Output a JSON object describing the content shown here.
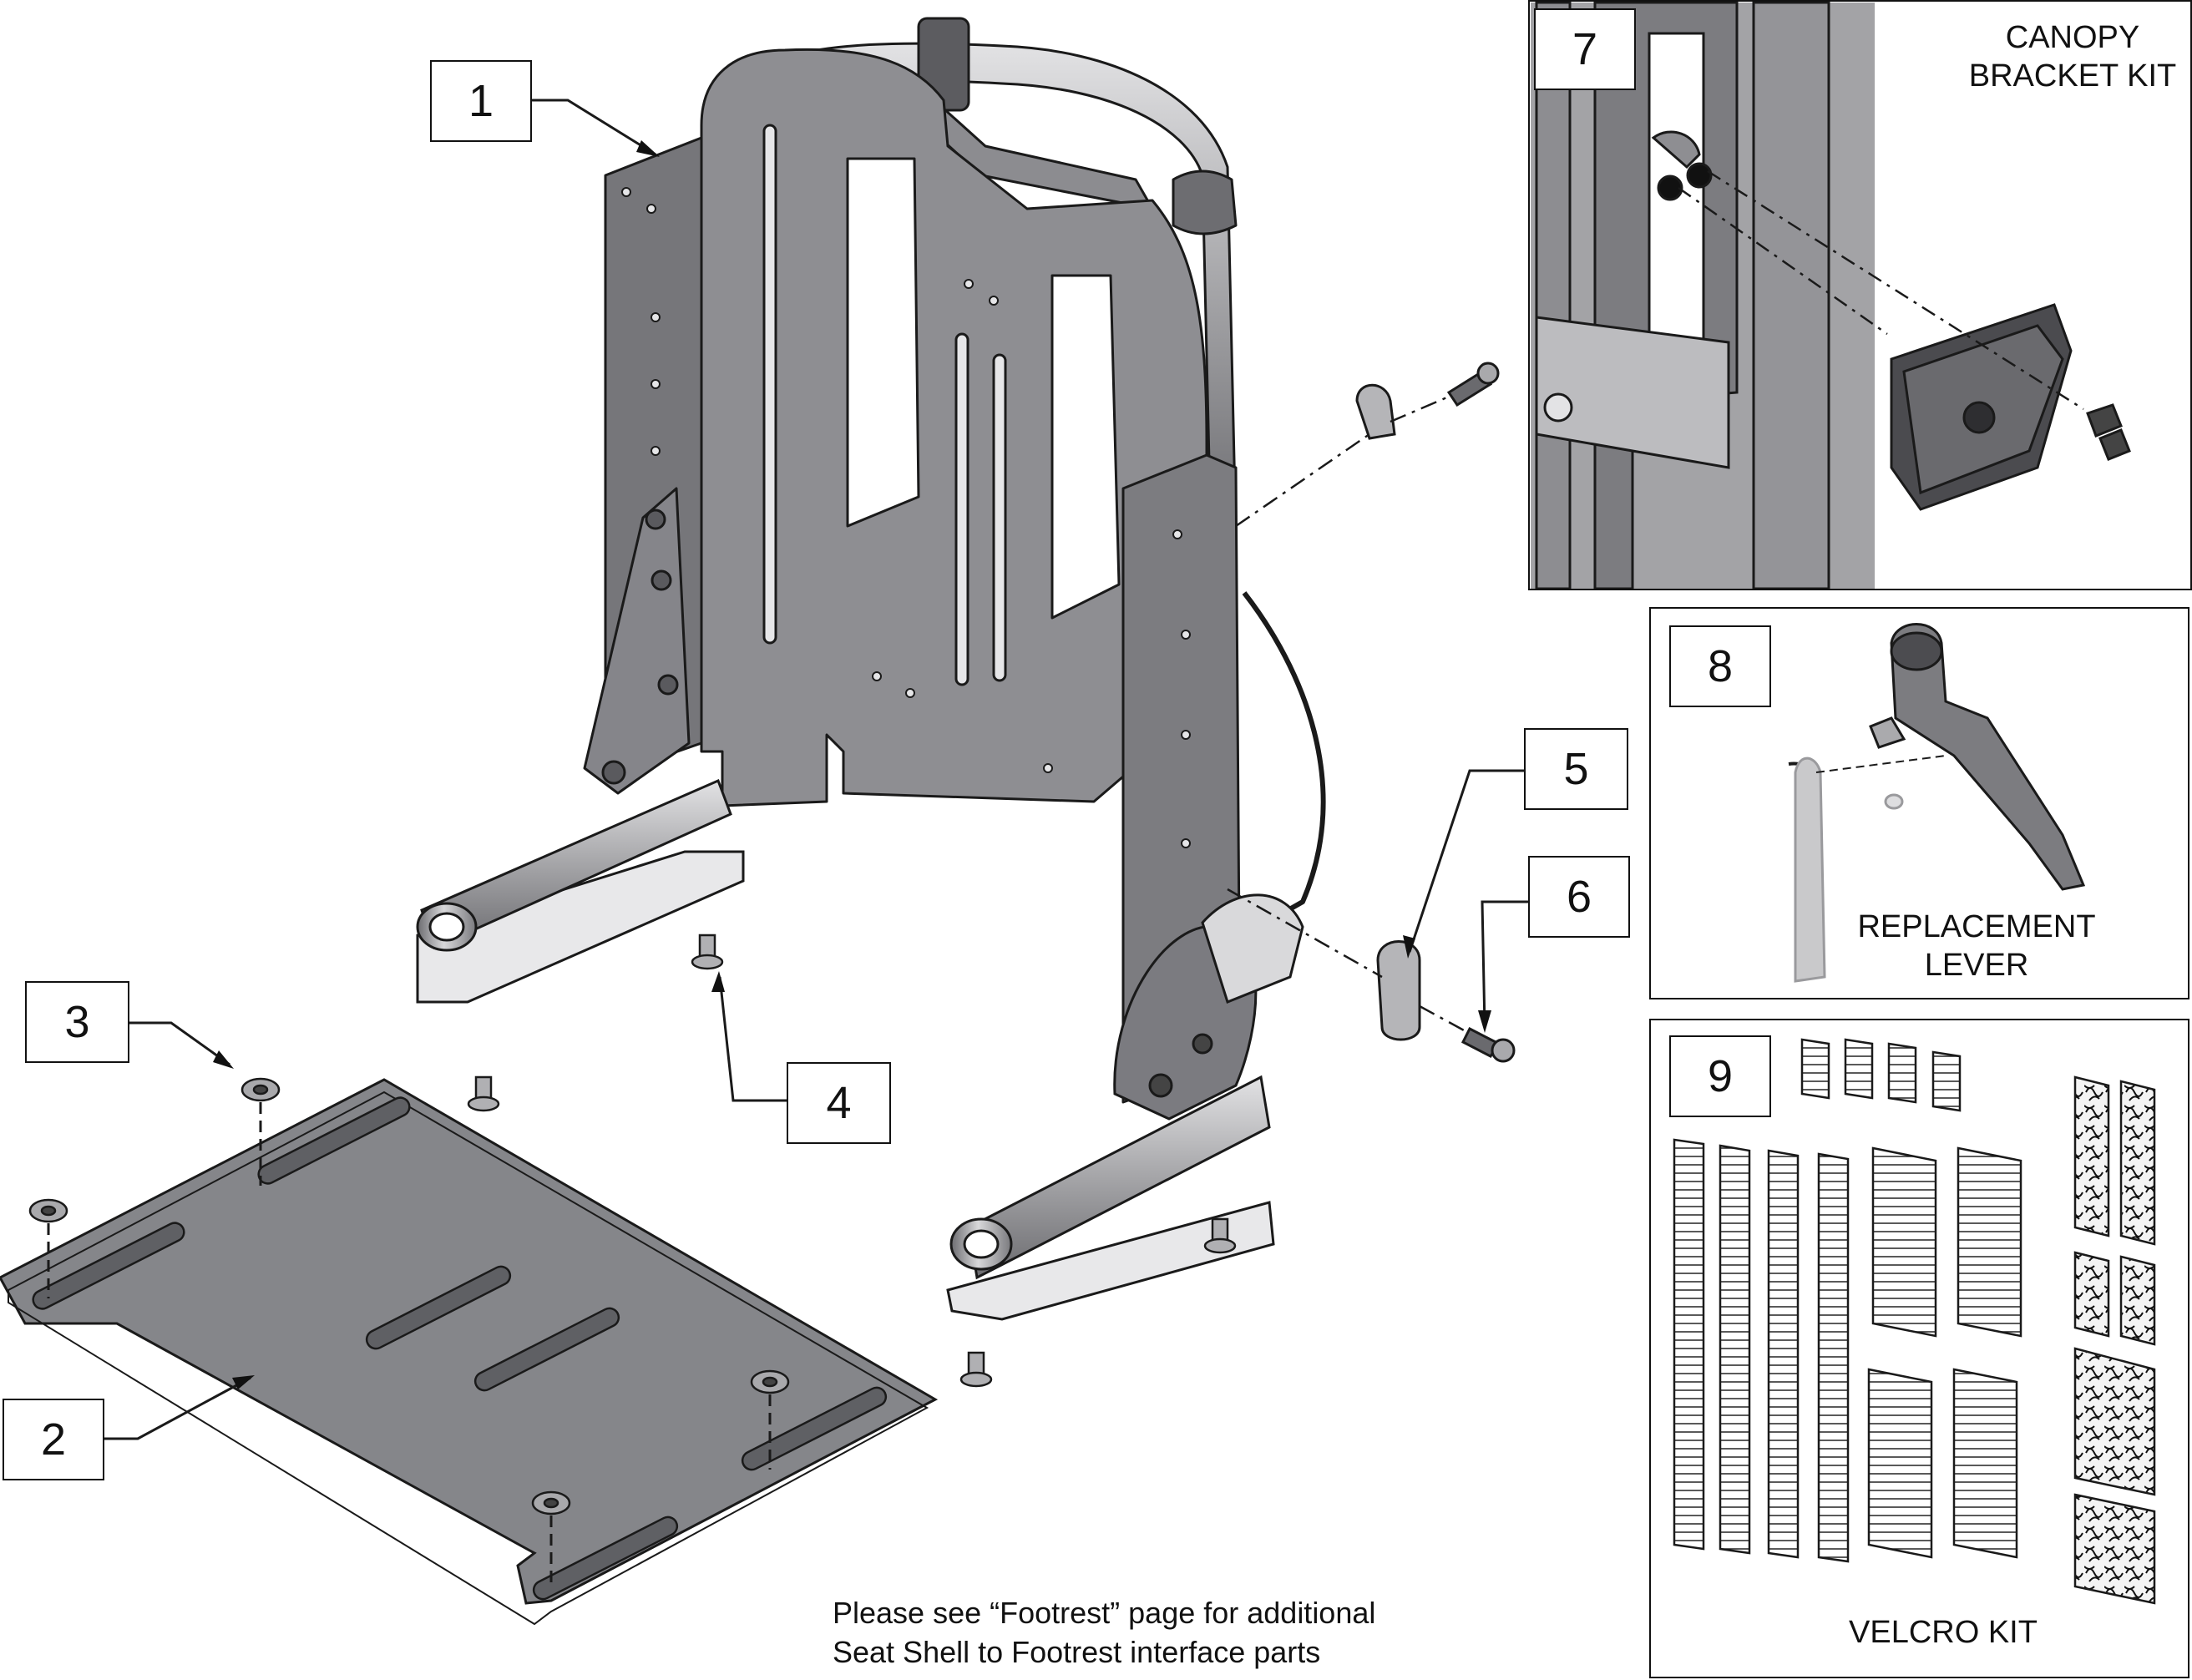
{
  "diagram": {
    "callouts": [
      "1",
      "2",
      "3",
      "4",
      "5",
      "6",
      "7",
      "8",
      "9"
    ],
    "panels": {
      "canopy_bracket_kit": {
        "number": "7",
        "label": "CANOPY\nBRACKET KIT"
      },
      "replacement_lever": {
        "number": "8",
        "label": "REPLACEMENT\nLEVER"
      },
      "velcro_kit": {
        "number": "9",
        "label": "VELCRO KIT"
      }
    },
    "note": "Please see “Footrest” page for additional\nSeat Shell to Footrest interface parts",
    "colors": {
      "frame_fill": "#8a8a8d",
      "plate_fill": "#85868a",
      "tube_fill": "#b5b5b8",
      "line": "#1a1a1a",
      "panel_bg": "#a3a3a6"
    }
  }
}
